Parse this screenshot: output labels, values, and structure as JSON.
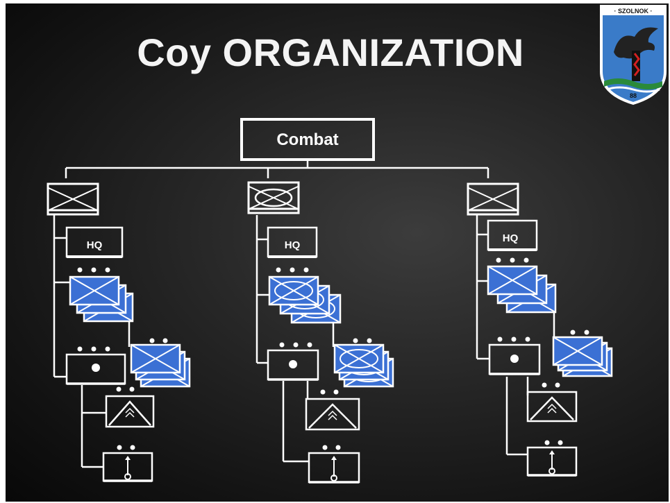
{
  "title": "Coy ORGANIZATION",
  "emblem": {
    "text": "· SZOLNOK ·",
    "number": "88"
  },
  "diagram": {
    "top_label": "Combat",
    "hq_label": "HQ"
  },
  "colors": {
    "unit_blue": "#3b70d4",
    "line": "#ffffff",
    "background": "#1e1e1e"
  }
}
